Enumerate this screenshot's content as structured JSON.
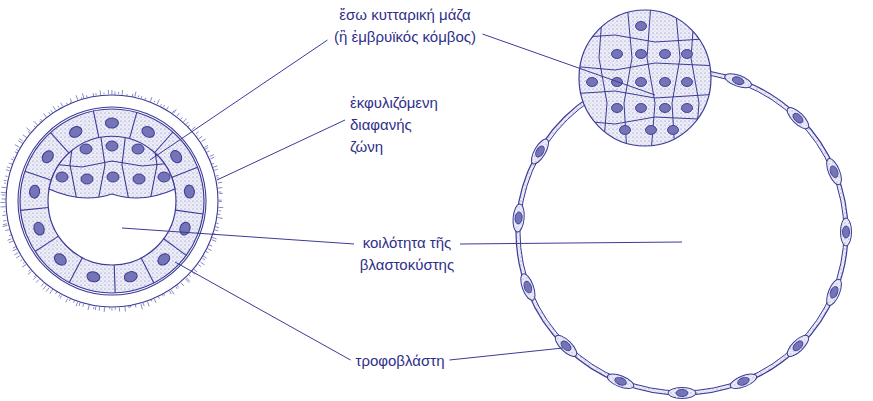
{
  "diagram": {
    "labels": [
      "ἔσω κυτταρική μάζα (ἢ ἐμβρυϊκός κόμβος)",
      "ἐκφυλιζόμενη διαφανής ζώνη",
      "κοιλότητα τῆς βλαστοκύστης",
      "τροφοβλάστη"
    ]
  }
}
